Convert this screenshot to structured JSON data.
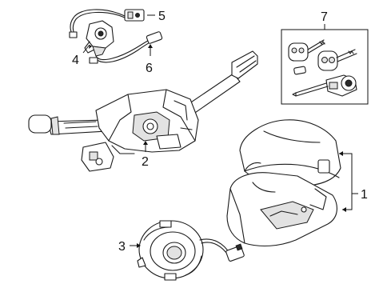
{
  "callouts": {
    "c1": "1",
    "c2": "2",
    "c3": "3",
    "c4": "4",
    "c5": "5",
    "c6": "6",
    "c7": "7"
  },
  "colors": {
    "line": "#1a1a1a",
    "fill_light": "#e2e2e2",
    "background": "#ffffff"
  }
}
